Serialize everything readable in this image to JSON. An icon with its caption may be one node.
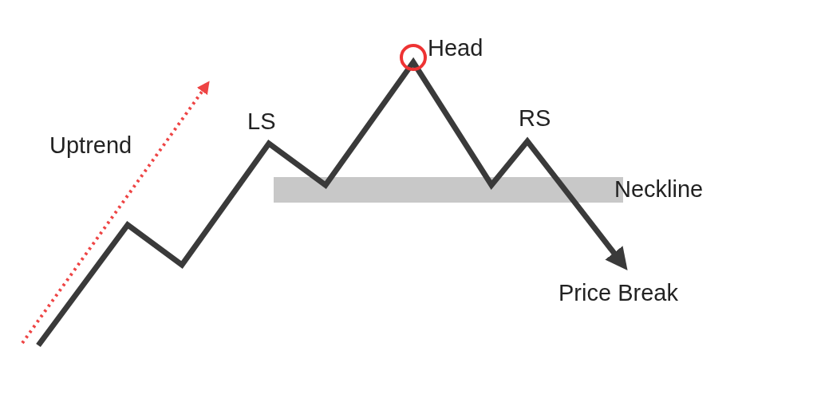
{
  "diagram": {
    "labels": [
      "Head",
      "LS",
      "RS",
      "Uptrend",
      "Neckline",
      "Price Break"
    ]
  }
}
